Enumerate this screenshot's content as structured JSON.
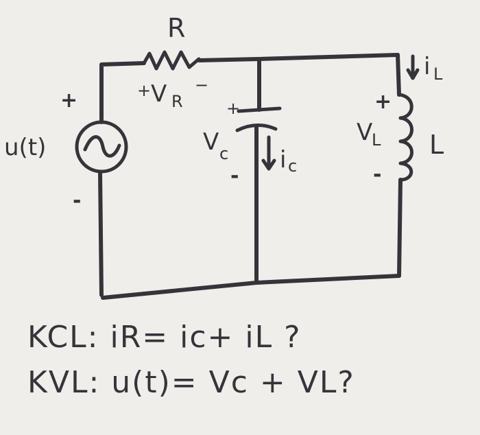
{
  "labels": {
    "resistor": "R",
    "v_r_plus": "+",
    "v_r": "V",
    "v_r_sub": "R",
    "v_r_minus": "−",
    "source": "u(t)",
    "source_plus": "+",
    "source_minus": "-",
    "cap_plus": "+",
    "v_c": "V",
    "v_c_sub": "c",
    "cap_minus": "-",
    "i_c": "i",
    "i_c_sub": "c",
    "i_l": "i",
    "i_l_sub": "L",
    "ind_plus": "+",
    "v_l": "V",
    "v_l_sub": "L",
    "ind_minus": "-",
    "inductor": "L"
  },
  "equations": {
    "kcl": "KCL: iR= ic+ iL ?",
    "kvl": "KVL: u(t)= Vc + VL?"
  },
  "colors": {
    "ink": "#34343a",
    "paper": "#efeeea"
  }
}
